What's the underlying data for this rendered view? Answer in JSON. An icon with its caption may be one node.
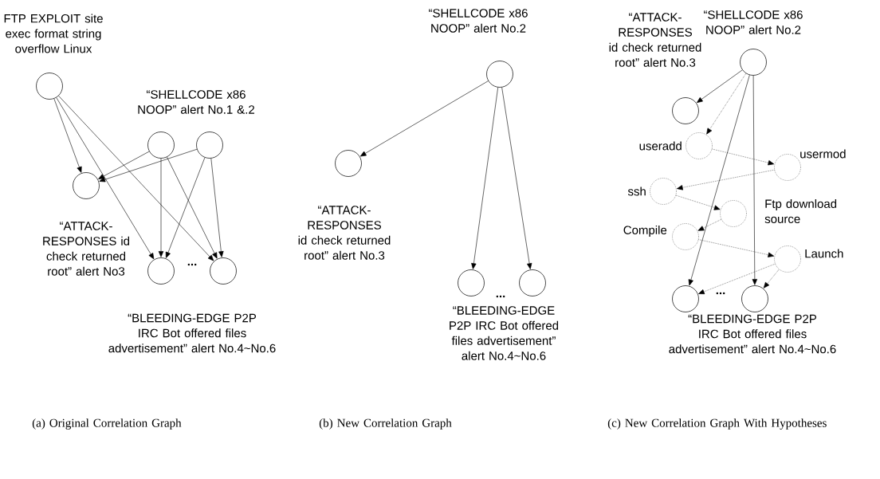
{
  "diagram": {
    "nodes": [
      {
        "text": [],
        "shape": "circle",
        "beside": [
          "FTP EXPLOIT site exec format string overflow Linux"
        ]
      },
      {
        "text": [],
        "shape": "circle"
      },
      {
        "text": [],
        "shape": "circle"
      },
      {
        "text": [],
        "shape": "circle",
        "beside": [
          "“ATTACK-RESPONSES id check returned root” alert No3"
        ]
      },
      {
        "text": [],
        "shape": "circle"
      },
      {
        "text": [],
        "shape": "circle"
      },
      {
        "text": [],
        "shape": "circle",
        "beside": [
          "“SHELLCODE x86 NOOP” alert No.2"
        ]
      },
      {
        "text": [],
        "shape": "circle",
        "beside": [
          "“ATTACK-RESPONSES id check returned root” alert No.3"
        ]
      },
      {
        "text": [],
        "shape": "circle"
      },
      {
        "text": [],
        "shape": "circle"
      },
      {
        "text": [],
        "shape": "circle",
        "beside": [
          "“SHELLCODE x86 NOOP” alert No.2"
        ]
      },
      {
        "text": [],
        "shape": "circle",
        "beside": [
          "“ATTACK-RESPONSES id check returned root” alert No.3"
        ]
      },
      {
        "text": [],
        "shape": "circle",
        "beside": [
          "useradd"
        ]
      },
      {
        "text": [],
        "shape": "circle",
        "beside": [
          "usermod"
        ]
      },
      {
        "text": [],
        "shape": "circle",
        "beside": [
          "ssh"
        ]
      },
      {
        "text": [],
        "shape": "circle",
        "beside": [
          "Ftp download source"
        ]
      },
      {
        "text": [],
        "shape": "circle",
        "beside": [
          "Compile"
        ]
      },
      {
        "text": [],
        "shape": "circle",
        "beside": [
          "Launch"
        ]
      },
      {
        "text": [],
        "shape": "circle"
      },
      {
        "text": [],
        "shape": "circle"
      }
    ],
    "edges": [
      {
        "from": 0,
        "to": 3,
        "arrow": "to"
      },
      {
        "from": 0,
        "to": 4,
        "arrow": "to"
      },
      {
        "from": 0,
        "to": 5,
        "arrow": "to"
      },
      {
        "from": 1,
        "to": 3,
        "arrow": "to"
      },
      {
        "from": 2,
        "to": 3,
        "arrow": "to"
      },
      {
        "from": 1,
        "to": 4,
        "arrow": "to"
      },
      {
        "from": 1,
        "to": 5,
        "arrow": "to"
      },
      {
        "from": 2,
        "to": 4,
        "arrow": "to"
      },
      {
        "from": 2,
        "to": 5,
        "arrow": "to"
      },
      {
        "from": 6,
        "to": 7,
        "arrow": "to"
      },
      {
        "from": 6,
        "to": 8,
        "arrow": "to"
      },
      {
        "from": 6,
        "to": 9,
        "arrow": "to"
      },
      {
        "from": 10,
        "to": 11,
        "arrow": "to"
      },
      {
        "from": 10,
        "to": 12,
        "arrow": "to",
        "style": "dashed"
      },
      {
        "from": 12,
        "to": 13,
        "arrow": "to",
        "style": "dashed"
      },
      {
        "from": 13,
        "to": 14,
        "arrow": "to",
        "style": "dashed"
      },
      {
        "from": 14,
        "to": 15,
        "arrow": "to",
        "style": "dashed"
      },
      {
        "from": 15,
        "to": 16,
        "arrow": "to",
        "style": "dashed"
      },
      {
        "from": 16,
        "to": 17,
        "arrow": "to",
        "style": "dashed"
      },
      {
        "from": 17,
        "to": 18,
        "arrow": "to",
        "style": "dashed"
      },
      {
        "from": 17,
        "to": 19,
        "arrow": "to",
        "style": "dashed"
      },
      {
        "from": 10,
        "to": 18,
        "arrow": "to"
      },
      {
        "from": 10,
        "to": 19,
        "arrow": "to"
      }
    ],
    "labels": [
      "“SHELLCODE x86 NOOP” alert No.1 &.2",
      "...",
      "“BLEEDING-EDGE P2P IRC Bot offered files advertisement” alert No.4~No.6",
      "...",
      "“BLEEDING-EDGE P2P IRC Bot offered files advertisement” alert No.4~No.6",
      "...",
      "“BLEEDING-EDGE P2P IRC Bot offered files advertisement” alert No.4~No.6",
      "(a)  Original Correlation Graph",
      "(b)  New Correlation Graph",
      "(c)  New Correlation Graph With Hypotheses"
    ]
  }
}
